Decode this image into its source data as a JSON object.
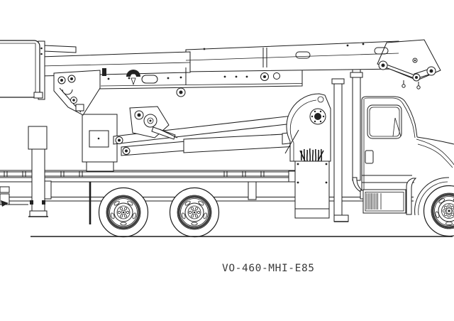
{
  "drawing_label": {
    "text": "VO-460-MHI-E85"
  },
  "canvas": {
    "background_color": "#ffffff",
    "line_color": "#1c1c1c",
    "label_text_color": "#3a3a3a",
    "rim_shade_color": "#3f3f3f",
    "dark_fill_color": "#222222"
  },
  "components": [
    "aerial-bucket",
    "upper-boom",
    "elbow-assembly",
    "lower-boom-arms",
    "turret",
    "pedestal",
    "equipment-box",
    "hydraulic-hoses",
    "mast-posts",
    "truck-cab",
    "bed-rails",
    "chassis-frame",
    "outrigger",
    "rear-wheels",
    "front-wheel",
    "ground-line"
  ]
}
